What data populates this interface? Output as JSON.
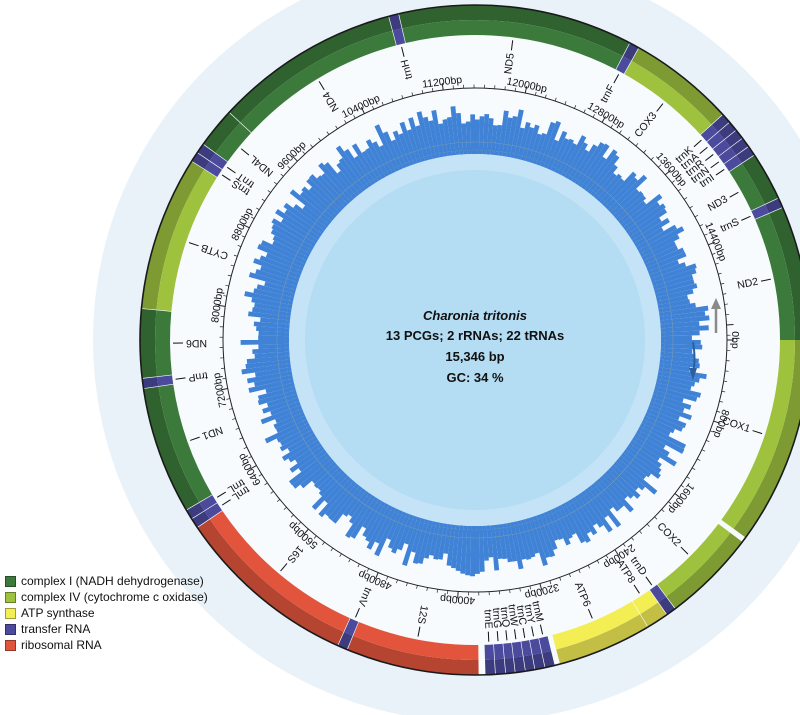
{
  "center": {
    "species": "Charonia tritonis",
    "composition": "13 PCGs; 2 rRNAs; 22 tRNAs",
    "length": "15,346 bp",
    "gc": "GC: 34 %"
  },
  "genome_length": 15346,
  "legend": [
    {
      "id": "c1",
      "label": "complex I (NADH dehydrogenase)",
      "color": "#3c7a3c"
    },
    {
      "id": "c4",
      "label": "complex IV (cytochrome c oxidase)",
      "color": "#9ec13e"
    },
    {
      "id": "atp",
      "label": "ATP synthase",
      "color": "#f4ee55"
    },
    {
      "id": "trna",
      "label": "transfer RNA",
      "color": "#4b4a9c"
    },
    {
      "id": "rrna",
      "label": "ribosomal RNA",
      "color": "#e2553c"
    }
  ],
  "genes": [
    {
      "name": "COX1",
      "start": 0,
      "end": 1540,
      "type": "c4"
    },
    {
      "name": "COX2",
      "start": 1580,
      "end": 2270,
      "type": "c4"
    },
    {
      "name": "trnD",
      "start": 2275,
      "end": 2345,
      "type": "trna"
    },
    {
      "name": "ATP8",
      "start": 2350,
      "end": 2510,
      "type": "atp"
    },
    {
      "name": "ATP6",
      "start": 2515,
      "end": 3210,
      "type": "atp"
    },
    {
      "name": "trnM",
      "start": 3250,
      "end": 3320,
      "type": "trna"
    },
    {
      "name": "trnY",
      "start": 3325,
      "end": 3395,
      "type": "trna"
    },
    {
      "name": "trnC",
      "start": 3400,
      "end": 3465,
      "type": "trna"
    },
    {
      "name": "trnW",
      "start": 3470,
      "end": 3540,
      "type": "trna"
    },
    {
      "name": "trnQ",
      "start": 3545,
      "end": 3610,
      "type": "trna"
    },
    {
      "name": "trnG",
      "start": 3615,
      "end": 3685,
      "type": "trna"
    },
    {
      "name": "trnE",
      "start": 3690,
      "end": 3760,
      "type": "trna"
    },
    {
      "name": "12S",
      "start": 3810,
      "end": 4790,
      "type": "rrna"
    },
    {
      "name": "trnV",
      "start": 4795,
      "end": 4865,
      "type": "trna"
    },
    {
      "name": "16S",
      "start": 4870,
      "end": 6220,
      "type": "rrna"
    },
    {
      "name": "trnL",
      "start": 6225,
      "end": 6295,
      "type": "trna"
    },
    {
      "name": "trnL",
      "start": 6300,
      "end": 6370,
      "type": "trna"
    },
    {
      "name": "ND1",
      "start": 6375,
      "end": 7315,
      "type": "c1"
    },
    {
      "name": "trnP",
      "start": 7320,
      "end": 7390,
      "type": "trna"
    },
    {
      "name": "ND6",
      "start": 7395,
      "end": 7900,
      "type": "c1"
    },
    {
      "name": "CYTB",
      "start": 7905,
      "end": 9045,
      "type": "c4"
    },
    {
      "name": "trnS",
      "start": 9050,
      "end": 9120,
      "type": "trna"
    },
    {
      "name": "trnT",
      "start": 9125,
      "end": 9195,
      "type": "trna"
    },
    {
      "name": "ND4L",
      "start": 9200,
      "end": 9495,
      "type": "c1"
    },
    {
      "name": "ND4",
      "start": 9500,
      "end": 10870,
      "type": "c1"
    },
    {
      "name": "trnH",
      "start": 10875,
      "end": 10945,
      "type": "trna"
    },
    {
      "name": "ND5",
      "start": 10950,
      "end": 12680,
      "type": "c1"
    },
    {
      "name": "trnF",
      "start": 12685,
      "end": 12755,
      "type": "trna"
    },
    {
      "name": "COX3",
      "start": 12760,
      "end": 13540,
      "type": "c4"
    },
    {
      "name": "trnK",
      "start": 13545,
      "end": 13615,
      "type": "trna"
    },
    {
      "name": "trnA",
      "start": 13620,
      "end": 13690,
      "type": "trna"
    },
    {
      "name": "trnR",
      "start": 13695,
      "end": 13765,
      "type": "trna"
    },
    {
      "name": "trnN",
      "start": 13770,
      "end": 13840,
      "type": "trna"
    },
    {
      "name": "trnI",
      "start": 13845,
      "end": 13915,
      "type": "trna"
    },
    {
      "name": "ND3",
      "start": 13920,
      "end": 14275,
      "type": "c1"
    },
    {
      "name": "trnS",
      "start": 14280,
      "end": 14350,
      "type": "trna"
    },
    {
      "name": "ND2",
      "start": 14355,
      "end": 15346,
      "type": "c1"
    }
  ],
  "ticks": [
    {
      "pos": 0,
      "label": "0bp"
    },
    {
      "pos": 800,
      "label": "800bp"
    },
    {
      "pos": 1600,
      "label": "1600bp"
    },
    {
      "pos": 2400,
      "label": "2400bp"
    },
    {
      "pos": 3200,
      "label": "3200bp"
    },
    {
      "pos": 4000,
      "label": "4000bp"
    },
    {
      "pos": 4800,
      "label": "4800bp"
    },
    {
      "pos": 5600,
      "label": "5600bp"
    },
    {
      "pos": 6400,
      "label": "6400bp"
    },
    {
      "pos": 7200,
      "label": "7200bp"
    },
    {
      "pos": 8000,
      "label": "8000bp"
    },
    {
      "pos": 8800,
      "label": "8800bp"
    },
    {
      "pos": 9600,
      "label": "9600bp"
    },
    {
      "pos": 10400,
      "label": "10400bp"
    },
    {
      "pos": 11200,
      "label": "11200bp"
    },
    {
      "pos": 12000,
      "label": "12000bp"
    },
    {
      "pos": 12800,
      "label": "12800bp"
    },
    {
      "pos": 13600,
      "label": "13600bp"
    },
    {
      "pos": 14400,
      "label": "14400bp"
    }
  ]
}
